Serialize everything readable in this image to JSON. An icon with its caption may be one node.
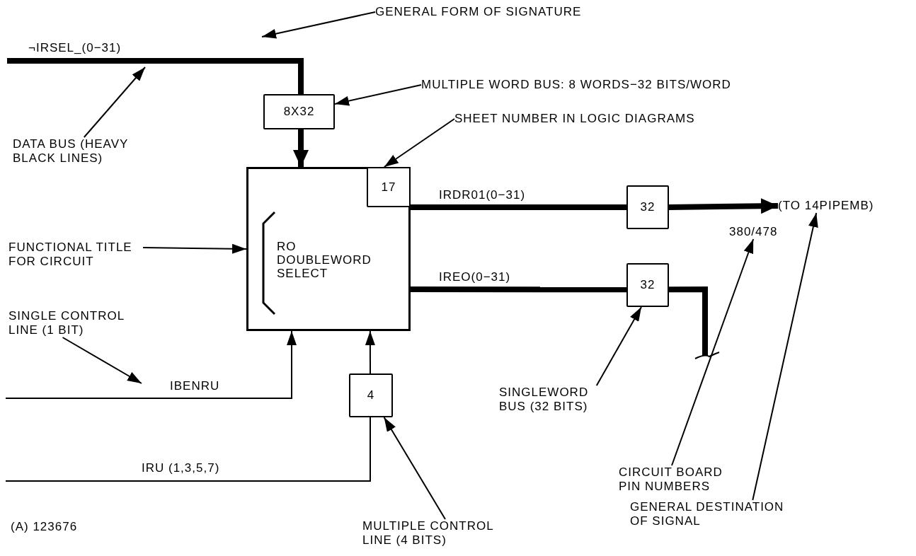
{
  "diagram": {
    "nodes": [
      {
        "text": [
          "GENERAL FORM OF SIGNATURE"
        ]
      },
      {
        "text": [
          "8X32"
        ]
      },
      {
        "text": [
          "MULTIPLE WORD BUS: 8 WORDS−32 BITS/WORD"
        ]
      },
      {
        "text": [
          "DATA BUS (HEAVY BLACK LINES)"
        ]
      },
      {
        "text": [
          "SHEET NUMBER IN LOGIC DIAGRAMS"
        ]
      },
      {
        "text": [
          "RO DOUBLEWORD SELECT"
        ]
      },
      {
        "text": [
          "17"
        ],
        "in": 5
      },
      {
        "text": [
          "FUNCTIONAL TITLE FOR CIRCUIT"
        ]
      },
      {
        "text": [
          "32"
        ]
      },
      {
        "text": [
          "(TO 14PIPEMB)"
        ]
      },
      {
        "text": [
          "32"
        ]
      },
      {
        "text": [
          "SINGLE CONTROL LINE (1 BIT)"
        ]
      },
      {
        "text": [
          "4"
        ]
      },
      {
        "text": [
          "SINGLEWORD BUS (32 BITS)"
        ]
      },
      {
        "text": [
          "MULTIPLE CONTROL LINE (4 BITS)"
        ]
      },
      {
        "text": [
          "CIRCUIT BOARD PIN NUMBERS"
        ]
      },
      {
        "text": [
          "GENERAL DESTINATION OF SIGNAL"
        ]
      },
      {
        "text": [
          "380/478"
        ]
      }
    ],
    "edges": [
      {
        "from": 0,
        "to": null,
        "arrow": "to"
      },
      {
        "from": null,
        "to": 1,
        "arrow": "none",
        "label": "¬IRSEL_(0−31)",
        "style": "thick"
      },
      {
        "from": 1,
        "to": 5,
        "arrow": "to",
        "style": "thick"
      },
      {
        "from": 2,
        "to": 1,
        "arrow": "to"
      },
      {
        "from": 3,
        "to": null,
        "arrow": "to"
      },
      {
        "from": 4,
        "to": 6,
        "arrow": "to"
      },
      {
        "from": 7,
        "to": 5,
        "arrow": "to"
      },
      {
        "from": 5,
        "to": 8,
        "arrow": "none",
        "label": "IRDR01(0−31)",
        "style": "thick"
      },
      {
        "from": 8,
        "to": 9,
        "arrow": "to",
        "style": "thick"
      },
      {
        "from": 5,
        "to": 10,
        "arrow": "none",
        "label": "IREO(0−31)",
        "style": "thick"
      },
      {
        "from": 10,
        "to": null,
        "arrow": "none",
        "style": "thick"
      },
      {
        "from": 11,
        "to": null,
        "arrow": "to"
      },
      {
        "from": null,
        "to": 5,
        "arrow": "to",
        "label": "IBENRU"
      },
      {
        "from": null,
        "to": 12,
        "arrow": "none",
        "label": "IRU (1,3,5,7)"
      },
      {
        "from": 12,
        "to": 5,
        "arrow": "to"
      },
      {
        "from": 13,
        "to": 10,
        "arrow": "to"
      },
      {
        "from": 14,
        "to": 12,
        "arrow": "to"
      },
      {
        "from": 15,
        "to": 17,
        "arrow": "to"
      },
      {
        "from": 16,
        "to": 9,
        "arrow": "to"
      }
    ],
    "labels": [
      "(A) 123676"
    ]
  }
}
